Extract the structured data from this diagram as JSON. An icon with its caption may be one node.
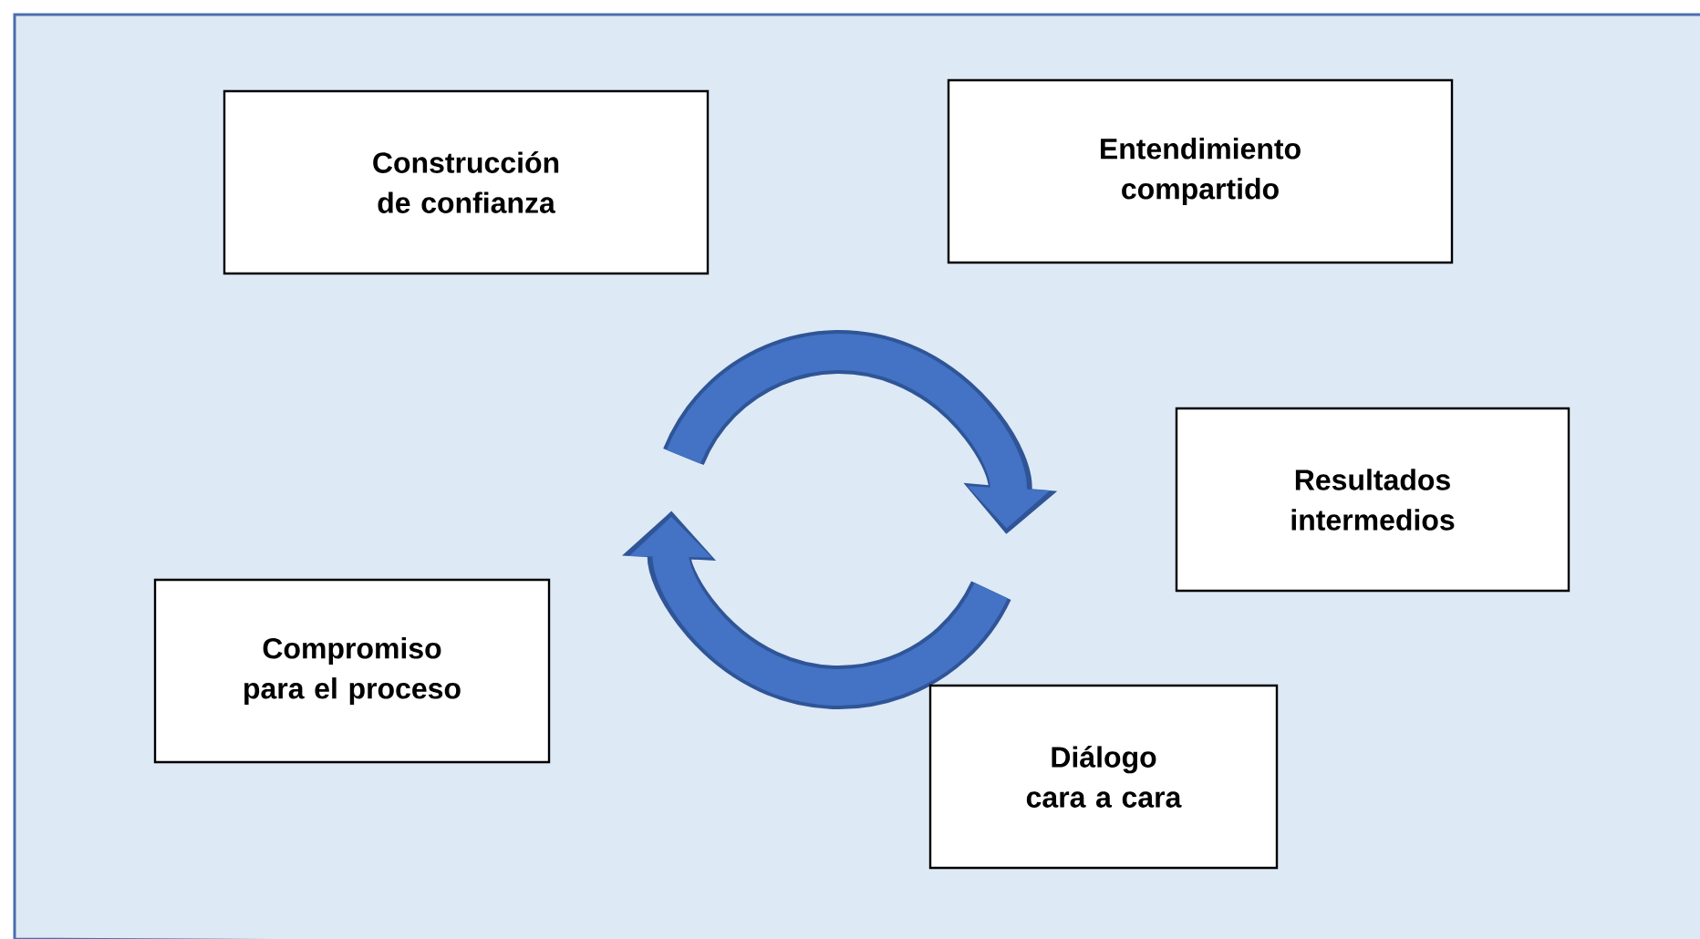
{
  "diagram": {
    "nodes": [
      {
        "text": [
          "Construcción de confianza"
        ]
      },
      {
        "text": [
          "Entendimiento compartido"
        ]
      },
      {
        "text": [
          "Resultados intermedios"
        ]
      },
      {
        "text": [
          "Compromiso para el proceso"
        ]
      },
      {
        "text": [
          "Diálogo cara a cara"
        ]
      }
    ]
  }
}
